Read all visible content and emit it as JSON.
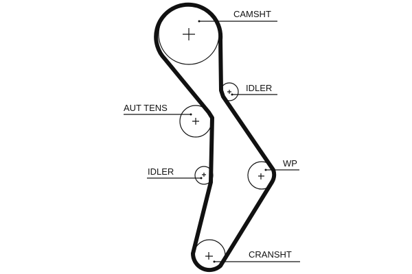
{
  "diagram": {
    "colors": {
      "line": "#111111",
      "background": "#ffffff"
    },
    "components": [
      {
        "id": "camshaft",
        "label": "CAMSHT"
      },
      {
        "id": "idler-upper",
        "label": "IDLER"
      },
      {
        "id": "auto-tensioner",
        "label": "AUT TENS"
      },
      {
        "id": "idler-lower",
        "label": "IDLER"
      },
      {
        "id": "water-pump",
        "label": "WP"
      },
      {
        "id": "crankshaft",
        "label": "CRANSHT"
      }
    ]
  }
}
